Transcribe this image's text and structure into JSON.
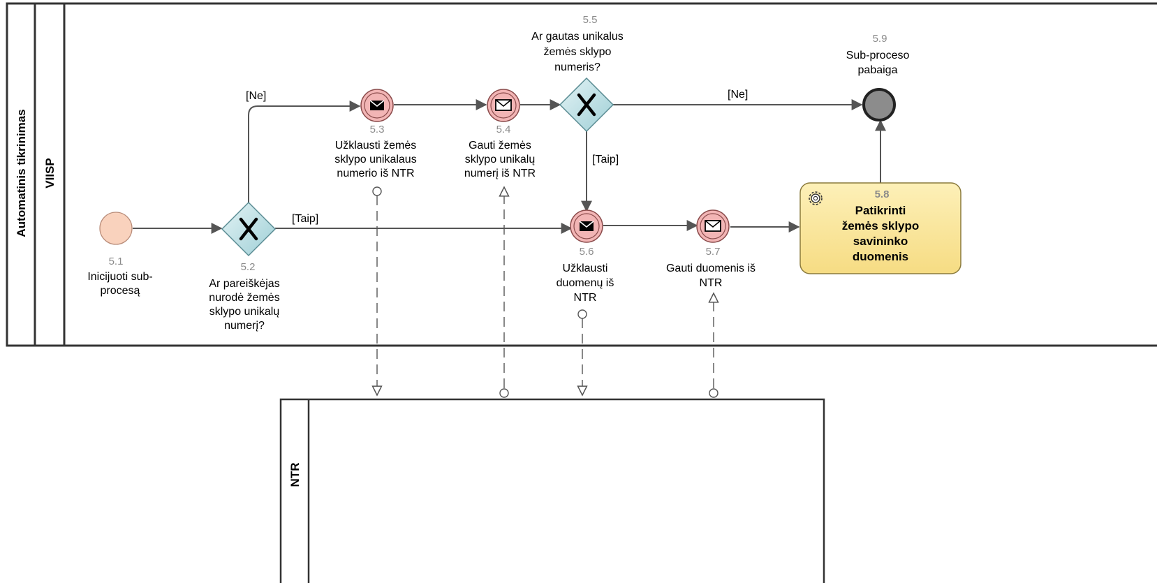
{
  "pools": {
    "main": {
      "title": "Automatinis tikrinimas",
      "lane": "VIISP"
    },
    "external": {
      "title": "NTR"
    }
  },
  "nodes": {
    "start": {
      "number": "5.1",
      "label": [
        "Inicijuoti sub-",
        "procesą"
      ]
    },
    "gw_2": {
      "number": "5.2",
      "label": [
        "Ar pareiškėjas",
        "nurodė žemės",
        "sklypo unikalų",
        "numerį?"
      ]
    },
    "msg_3": {
      "number": "5.3",
      "label": [
        "Užklausti žemės",
        "sklypo unikalaus",
        "numerio iš NTR"
      ]
    },
    "msg_4": {
      "number": "5.4",
      "label": [
        "Gauti žemės",
        "sklypo unikalų",
        "numerį iš NTR"
      ]
    },
    "gw_5": {
      "number": "5.5",
      "label": [
        "Ar gautas unikalus",
        "žemės sklypo",
        "numeris?"
      ]
    },
    "msg_6": {
      "number": "5.6",
      "label": [
        "Užklausti",
        "duomenų iš",
        "NTR"
      ]
    },
    "msg_7": {
      "number": "5.7",
      "label": [
        "Gauti duomenis iš",
        "NTR"
      ]
    },
    "task_8": {
      "number": "5.8",
      "label": [
        "Patikrinti",
        "žemės sklypo",
        "savininko",
        "duomenis"
      ]
    },
    "end": {
      "number": "5.9",
      "label": [
        "Sub-proceso",
        "pabaiga"
      ]
    }
  },
  "flow_labels": {
    "gw2_no": "[Ne]",
    "gw2_yes": "[Taip]",
    "gw5_no": "[Ne]",
    "gw5_yes": "[Taip]"
  },
  "colors": {
    "start_fill": "#f9d2bd",
    "message_fill": "#f2b5b5",
    "gateway_fill": "#bfe1e6",
    "task_fill": "#fbe69a",
    "end_fill": "#8c8c8c"
  }
}
